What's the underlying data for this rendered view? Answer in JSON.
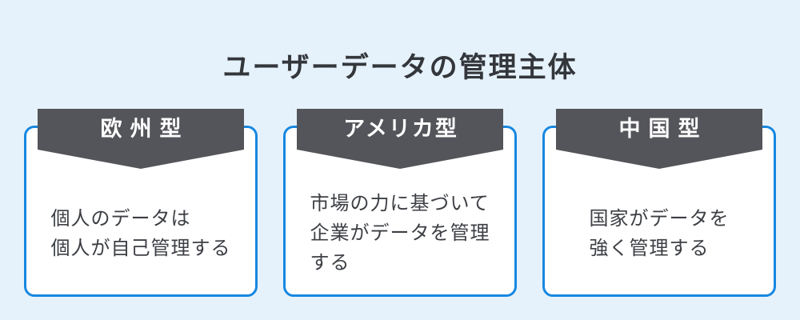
{
  "title": "ユーザーデータの管理主体",
  "colors": {
    "background": "#e6f2fb",
    "card_background": "#ffffff",
    "card_border": "#1787e0",
    "band": "#54555a",
    "band_text": "#ffffff",
    "title_text": "#33363b",
    "body_text": "#3c3f44"
  },
  "cards": [
    {
      "label": "欧州型",
      "description": "個人のデータは\n個人が自己管理する"
    },
    {
      "label": "アメリカ型",
      "description": "市場の力に基づいて\n企業がデータを管理\nする"
    },
    {
      "label": "中国型",
      "description": "国家がデータを\n強く管理する"
    }
  ]
}
